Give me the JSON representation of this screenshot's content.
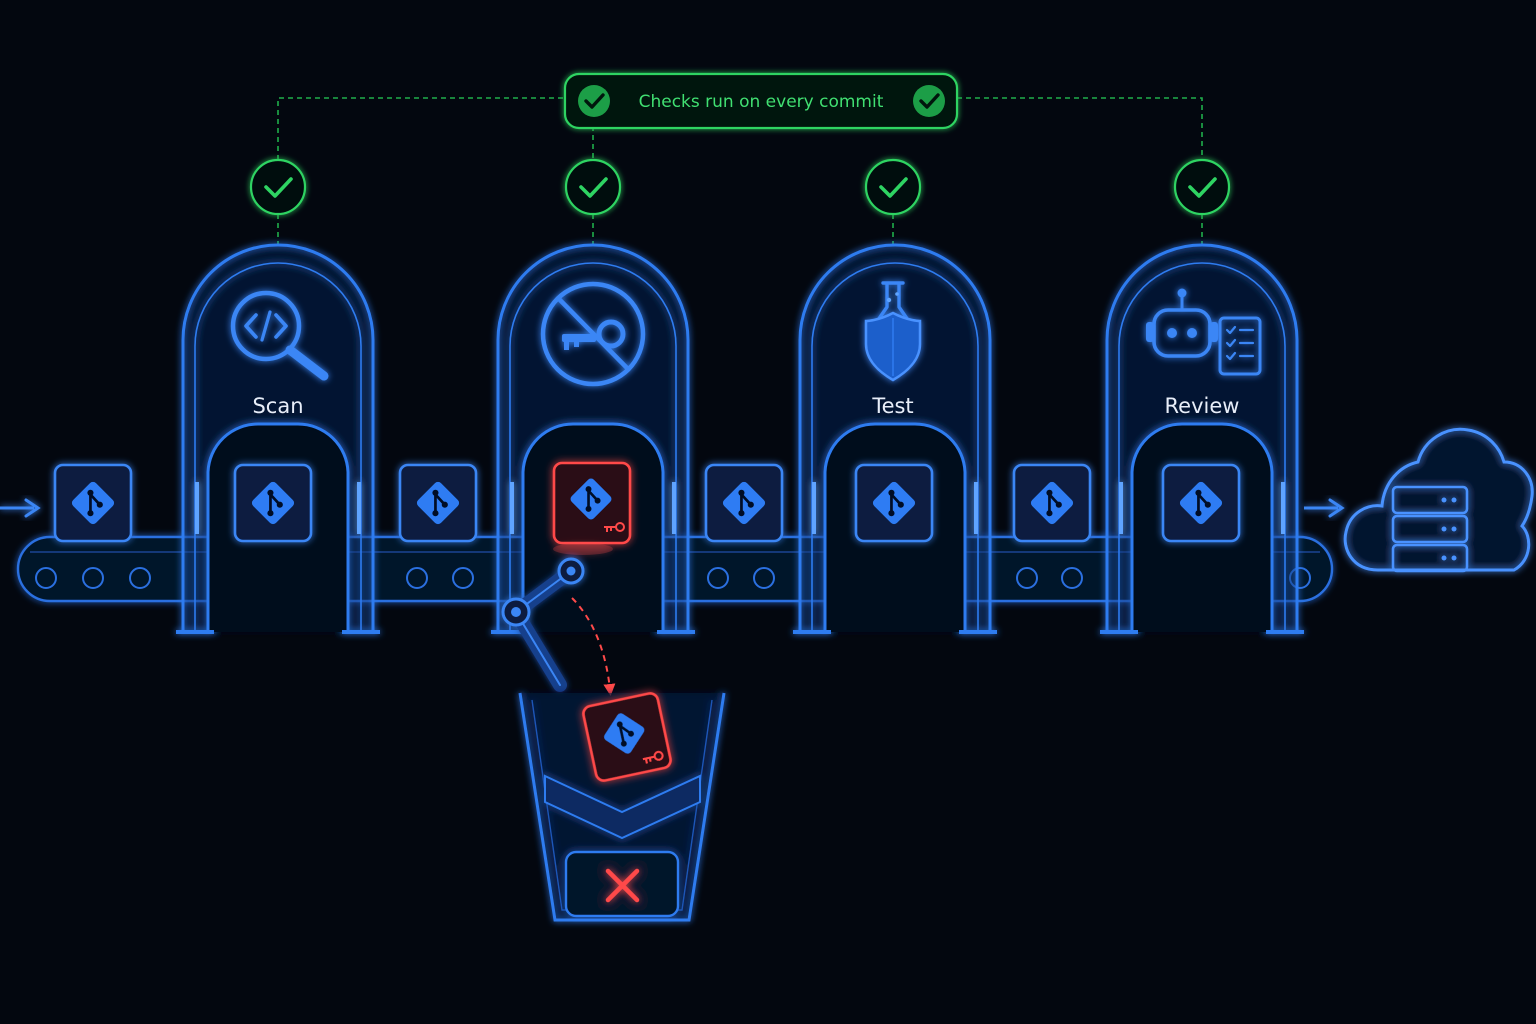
{
  "banner": {
    "text": "Checks run on every commit"
  },
  "stages": [
    {
      "label": "Scan",
      "icon": "code-search-icon",
      "status": "passed"
    },
    {
      "label": "",
      "icon": "no-secrets-key-icon",
      "status": "passed"
    },
    {
      "label": "Test",
      "icon": "flask-shield-icon",
      "status": "passed"
    },
    {
      "label": "Review",
      "icon": "robot-checklist-icon",
      "status": "passed"
    }
  ],
  "commits": {
    "icon": "git-commit-icon",
    "count_on_belt": 8,
    "rejected": {
      "icon": "leaked-key-icon",
      "state": "rejected"
    }
  },
  "reject_bin": {
    "icon": "x-mark-icon"
  },
  "destination": {
    "icon": "cloud-server-icon"
  },
  "colors": {
    "background": "#03070f",
    "blue": "#2f7bf0",
    "blue_light": "#5fa4ff",
    "green": "#2fd462",
    "red": "#ff4a4a",
    "label_text": "#e8eef9"
  }
}
